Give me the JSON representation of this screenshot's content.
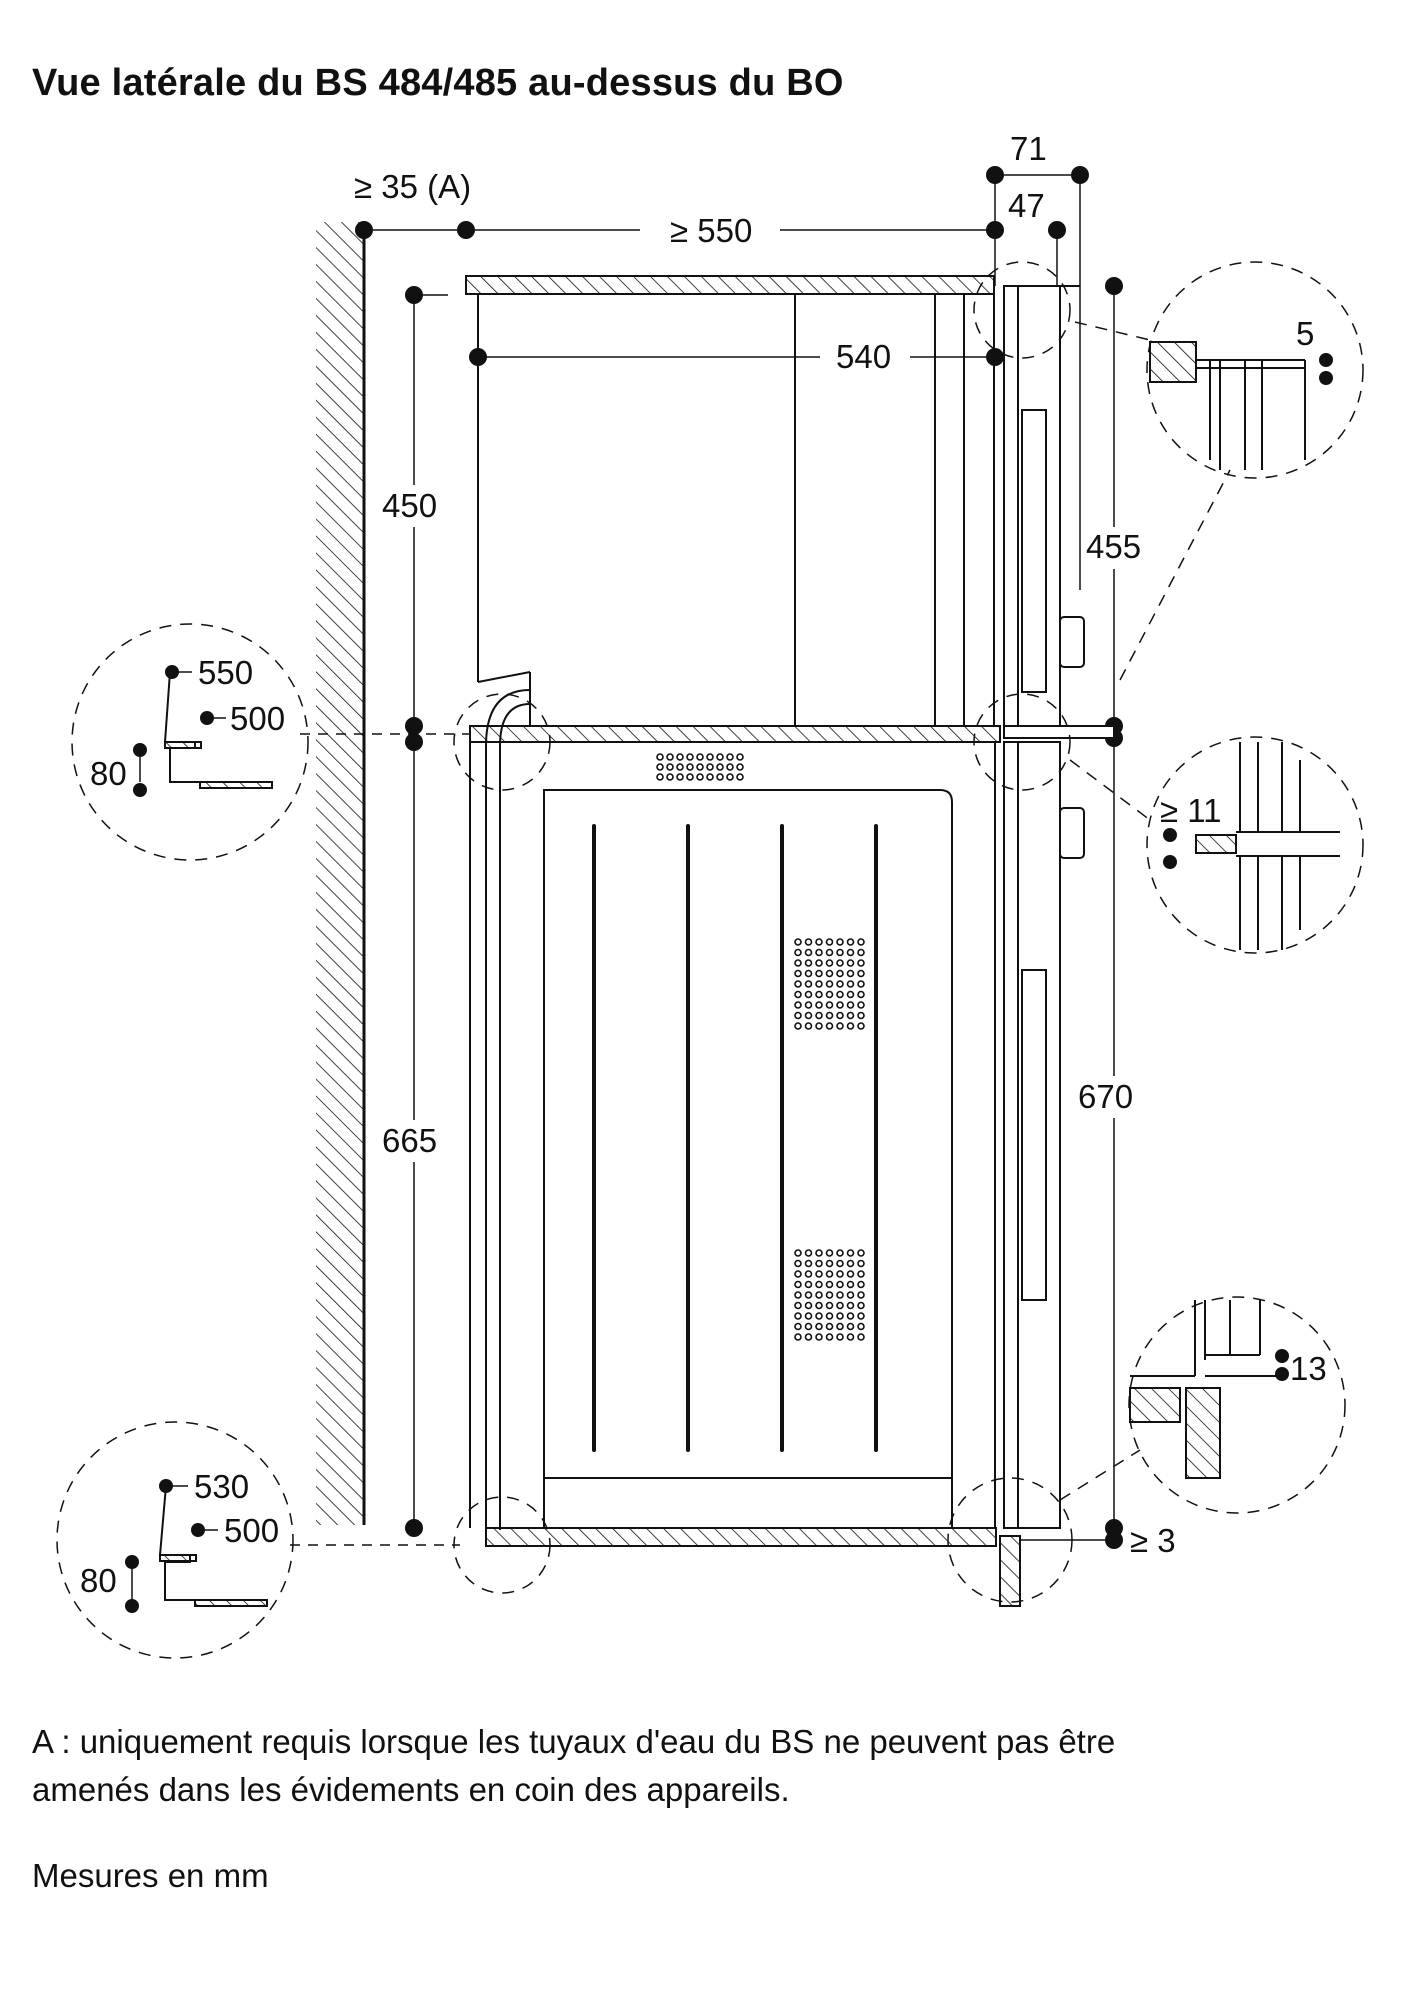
{
  "title": "Vue latérale du BS 484/485 au-dessus du BO",
  "dimensions": {
    "wall_gap": "≥ 35 (A)",
    "depth_min": "≥ 550",
    "d71": "71",
    "d47": "47",
    "d540": "540",
    "d450": "450",
    "d455": "455",
    "d665": "665",
    "d670": "670",
    "d5": "5",
    "d11": "≥ 11",
    "d13": "13",
    "d3": "≥ 3"
  },
  "detail_top_left": {
    "a": "550",
    "b": "500",
    "c": "80"
  },
  "detail_bottom_left": {
    "a": "530",
    "b": "500",
    "c": "80"
  },
  "footnote": "A : uniquement requis lorsque les tuyaux d'eau du BS ne peuvent pas être amenés dans les évidements en coin des appareils.",
  "units_note": "Mesures en mm"
}
